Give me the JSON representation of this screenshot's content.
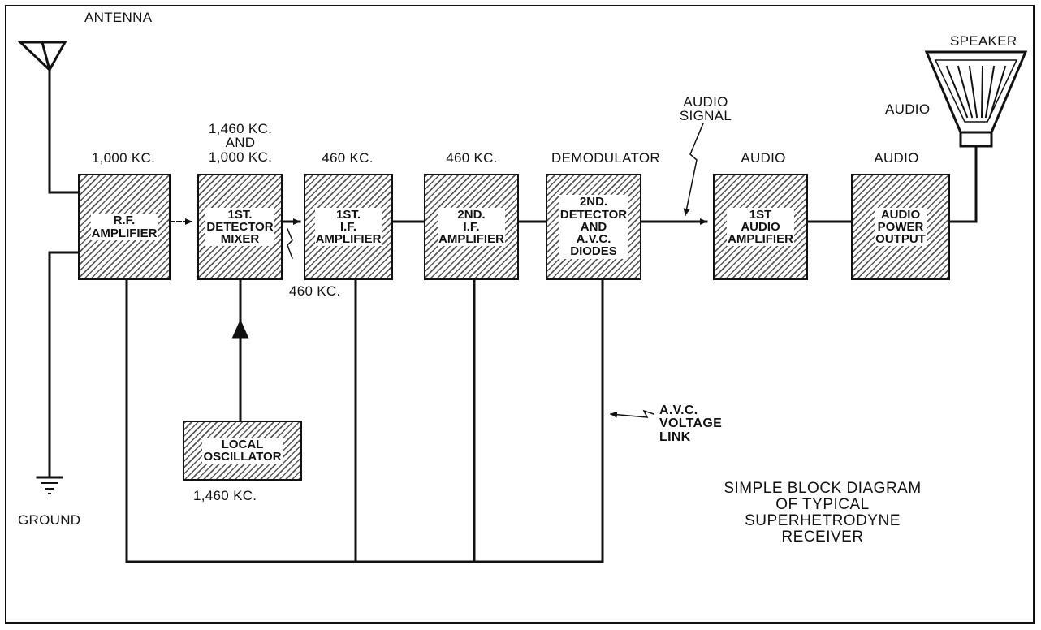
{
  "title": "SIMPLE BLOCK DIAGRAM\nOF TYPICAL\nSUPERHETRODYNE\nRECEIVER",
  "antenna_label": "ANTENNA",
  "ground_label": "GROUND",
  "speaker_label": "SPEAKER",
  "speaker_audio_label": "AUDIO",
  "blocks": {
    "rf_amplifier": "R.F.\nAMPLIFIER",
    "detector_mixer": "1ST.\nDETECTOR\nMIXER",
    "if_amplifier_1": "1ST.\nI.F.\nAMPLIFIER",
    "if_amplifier_2": "2ND.\nI.F.\nAMPLIFIER",
    "detector_avc": "2ND.\nDETECTOR\nAND\nA.V.C.\nDIODES",
    "audio_amplifier_1": "1ST\nAUDIO\nAMPLIFIER",
    "audio_power_output": "AUDIO\nPOWER\nOUTPUT",
    "local_oscillator": "LOCAL\nOSCILLATOR"
  },
  "frequency_labels": {
    "rf": "1,000 KC.",
    "mixer": "1,460 KC.\nAND\n1,000 KC.",
    "if1": "460 KC.",
    "if2": "460 KC.",
    "detector": "DEMODULATOR",
    "audio1": "AUDIO",
    "audio2": "AUDIO",
    "mixer_output": "460 KC.",
    "oscillator": "1,460 KC."
  },
  "audio_signal_label": "AUDIO\nSIGNAL",
  "avc_label": "A.V.C.\nVOLTAGE\nLINK"
}
